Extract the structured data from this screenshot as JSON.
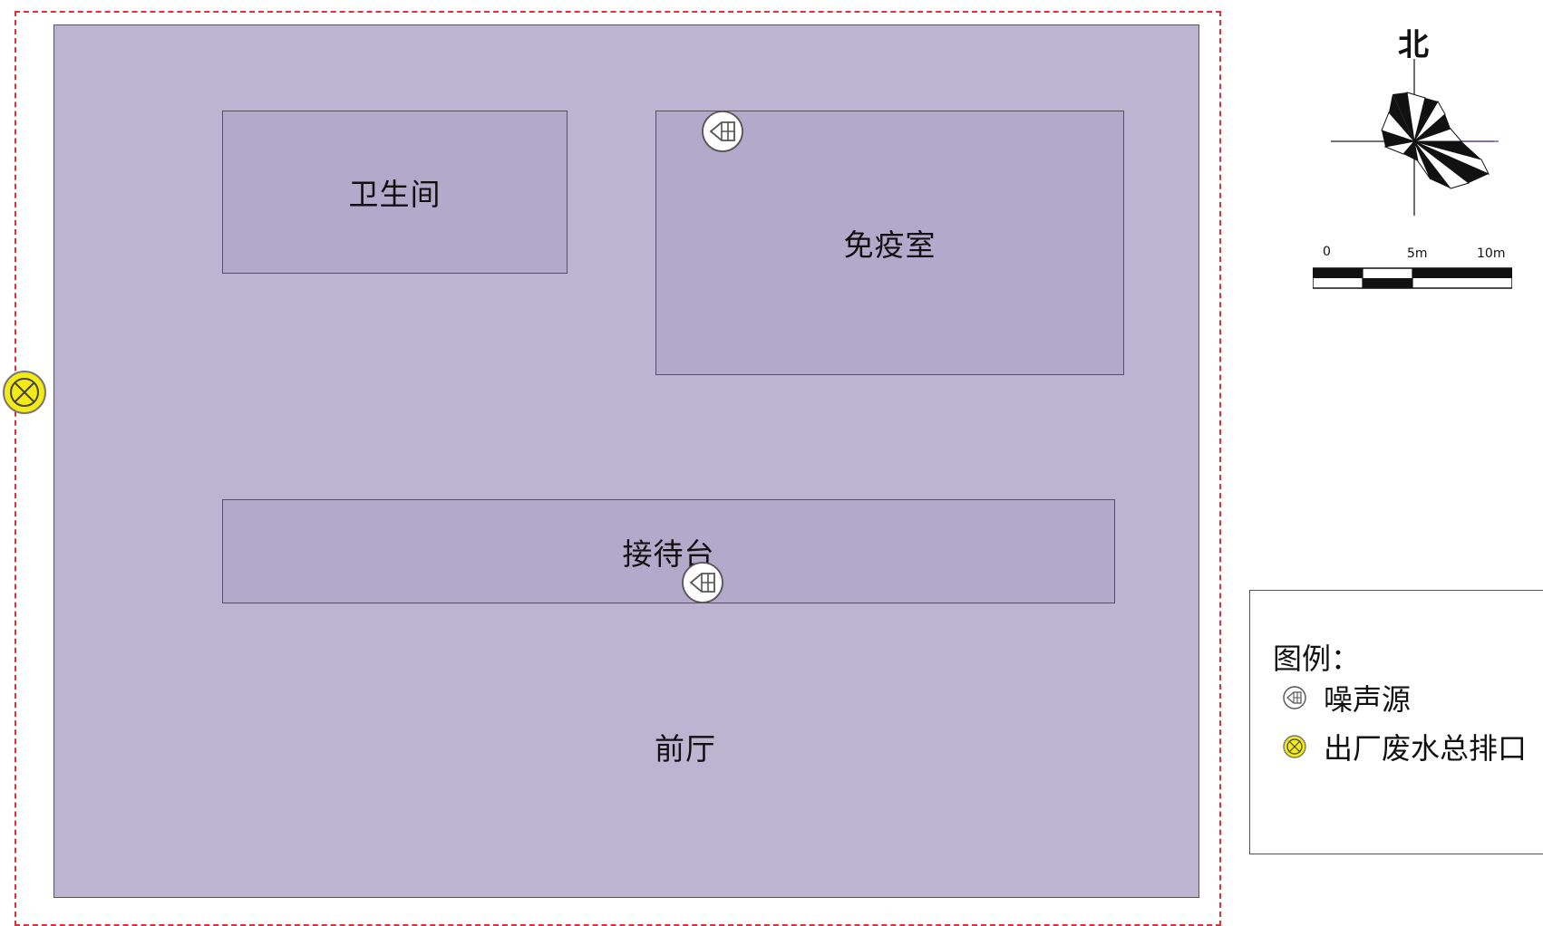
{
  "map": {
    "rooms": {
      "restroom": "卫生间",
      "quarantine_room": "免疫室",
      "reception_desk": "接待台"
    },
    "areas": {
      "front_hall": "前厅"
    },
    "markers": {
      "noise_source_icon": "noise-source-icon",
      "outlet_icon": "wastewater-outlet-icon"
    }
  },
  "compass": {
    "north_label": "北"
  },
  "scale_bar": {
    "labels": [
      "0",
      "5m",
      "10m"
    ]
  },
  "legend": {
    "title": "图例：",
    "items": [
      {
        "label": "噪声源",
        "icon": "noise-source-icon"
      },
      {
        "label": "出厂废水总排口",
        "icon": "wastewater-outlet-icon"
      }
    ]
  },
  "colors": {
    "boundary": "#e0303a",
    "floor_fill": "#bdb4d2",
    "room_fill": "#b3a9cb",
    "outlet_fill": "#f4ea14"
  }
}
